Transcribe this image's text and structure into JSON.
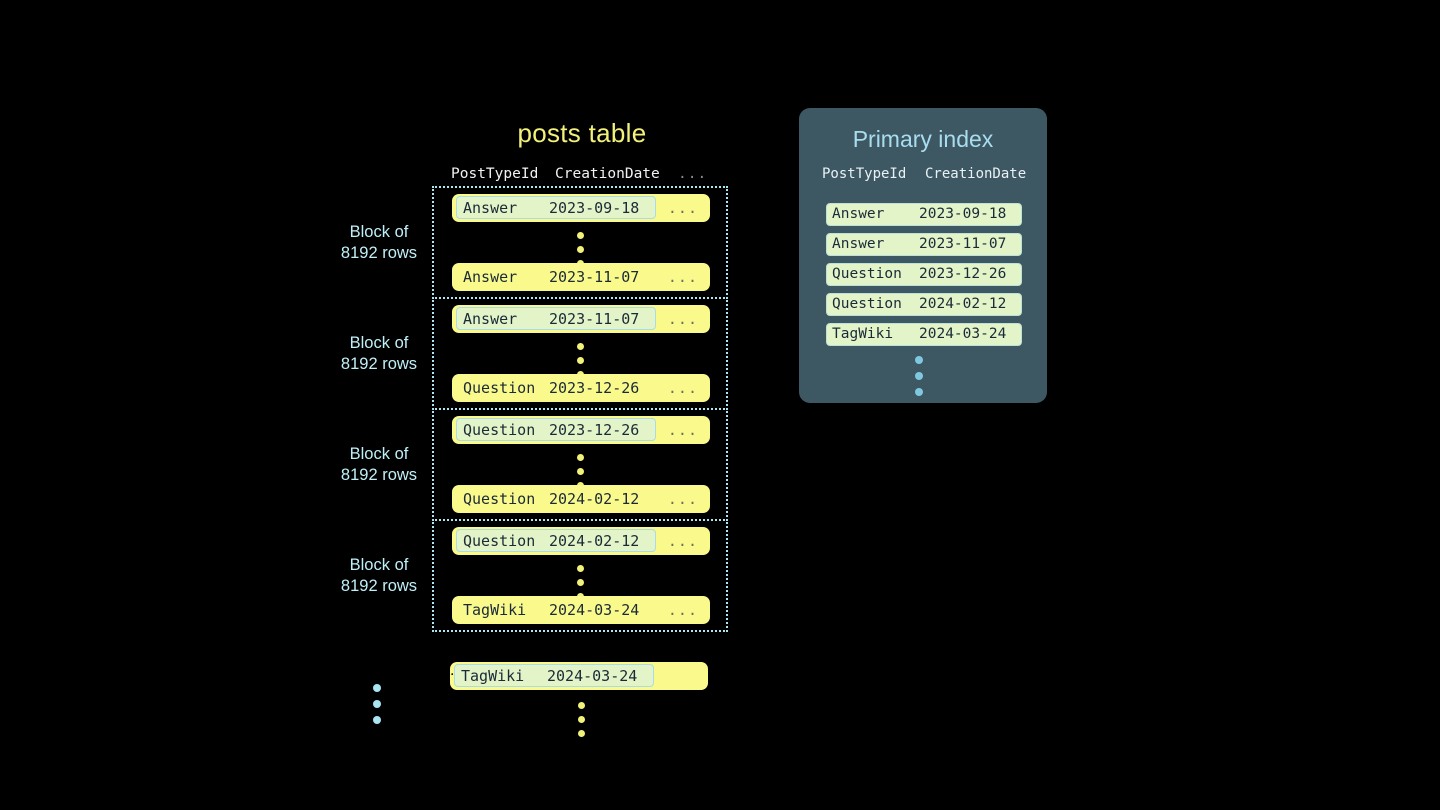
{
  "canvas": {
    "background": "#000000",
    "accent_yellow": "#FAFA8C",
    "accent_cyan": "#A9E7F2",
    "highlight_green": "#E2F4C8",
    "panel_slate": "#3E5863",
    "title_yellow": "#F2F27A",
    "title_blue": "#A8DDF0"
  },
  "posts_table": {
    "title": "posts table",
    "columns": [
      "PostTypeId",
      "CreationDate",
      "..."
    ],
    "block_label": "Block of\n8192 rows",
    "row_ellipsis": "...",
    "blocks": [
      {
        "label": "Block of\n8192 rows",
        "first_row": {
          "post_type_id": "Answer",
          "creation_date": "2023-09-18",
          "more": "...",
          "highlighted": true
        },
        "last_row": {
          "post_type_id": "Answer",
          "creation_date": "2023-11-07",
          "more": "...",
          "highlighted": false
        }
      },
      {
        "label": "Block of\n8192 rows",
        "first_row": {
          "post_type_id": "Answer",
          "creation_date": "2023-11-07",
          "more": "...",
          "highlighted": true
        },
        "last_row": {
          "post_type_id": "Question",
          "creation_date": "2023-12-26",
          "more": "...",
          "highlighted": false
        }
      },
      {
        "label": "Block of\n8192 rows",
        "first_row": {
          "post_type_id": "Question",
          "creation_date": "2023-12-26",
          "more": "...",
          "highlighted": true
        },
        "last_row": {
          "post_type_id": "Question",
          "creation_date": "2024-02-12",
          "more": "...",
          "highlighted": false
        }
      },
      {
        "label": "Block of\n8192 rows",
        "first_row": {
          "post_type_id": "Question",
          "creation_date": "2024-02-12",
          "more": "...",
          "highlighted": true
        },
        "last_row": {
          "post_type_id": "TagWiki",
          "creation_date": "2024-03-24",
          "more": "...",
          "highlighted": false
        }
      }
    ],
    "tail_row": {
      "post_type_id": "TagWiki",
      "creation_date": "2024-03-24",
      "more": "...",
      "highlighted": true
    }
  },
  "primary_index": {
    "title": "Primary index",
    "columns": [
      "PostTypeId",
      "CreationDate"
    ],
    "rows": [
      {
        "post_type_id": "Answer",
        "creation_date": "2023-09-18"
      },
      {
        "post_type_id": "Answer",
        "creation_date": "2023-11-07"
      },
      {
        "post_type_id": "Question",
        "creation_date": "2023-12-26"
      },
      {
        "post_type_id": "Question",
        "creation_date": "2024-02-12"
      },
      {
        "post_type_id": "TagWiki",
        "creation_date": "2024-03-24"
      }
    ]
  }
}
